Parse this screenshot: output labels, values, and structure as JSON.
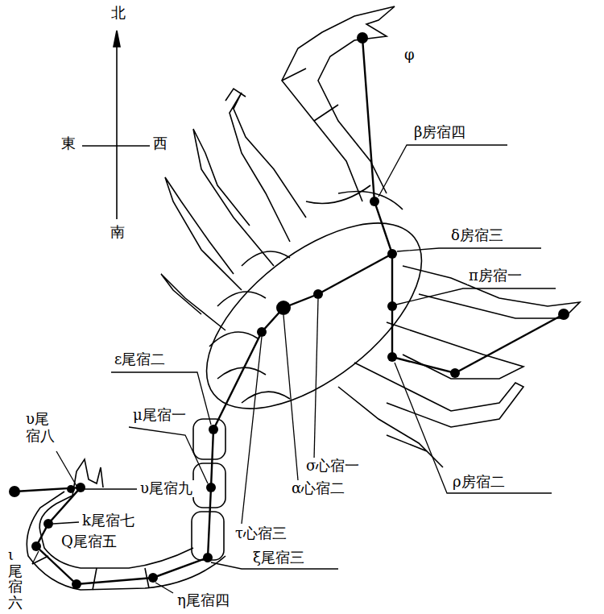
{
  "diagram": {
    "labels": [
      "北",
      "東",
      "西",
      "南",
      "φ",
      "β房宿四",
      "δ房宿三",
      "π房宿一",
      "ε尾宿二",
      "υ尾宿八",
      "μ尾宿一",
      "υ尾宿九",
      "k尾宿七",
      "ι尾宿六",
      "Q尾宿五",
      "σ心宿一",
      "α心宿二",
      "τ心宿三",
      "ξ尾宿三",
      "η尾宿四",
      "ρ房宿二"
    ]
  }
}
